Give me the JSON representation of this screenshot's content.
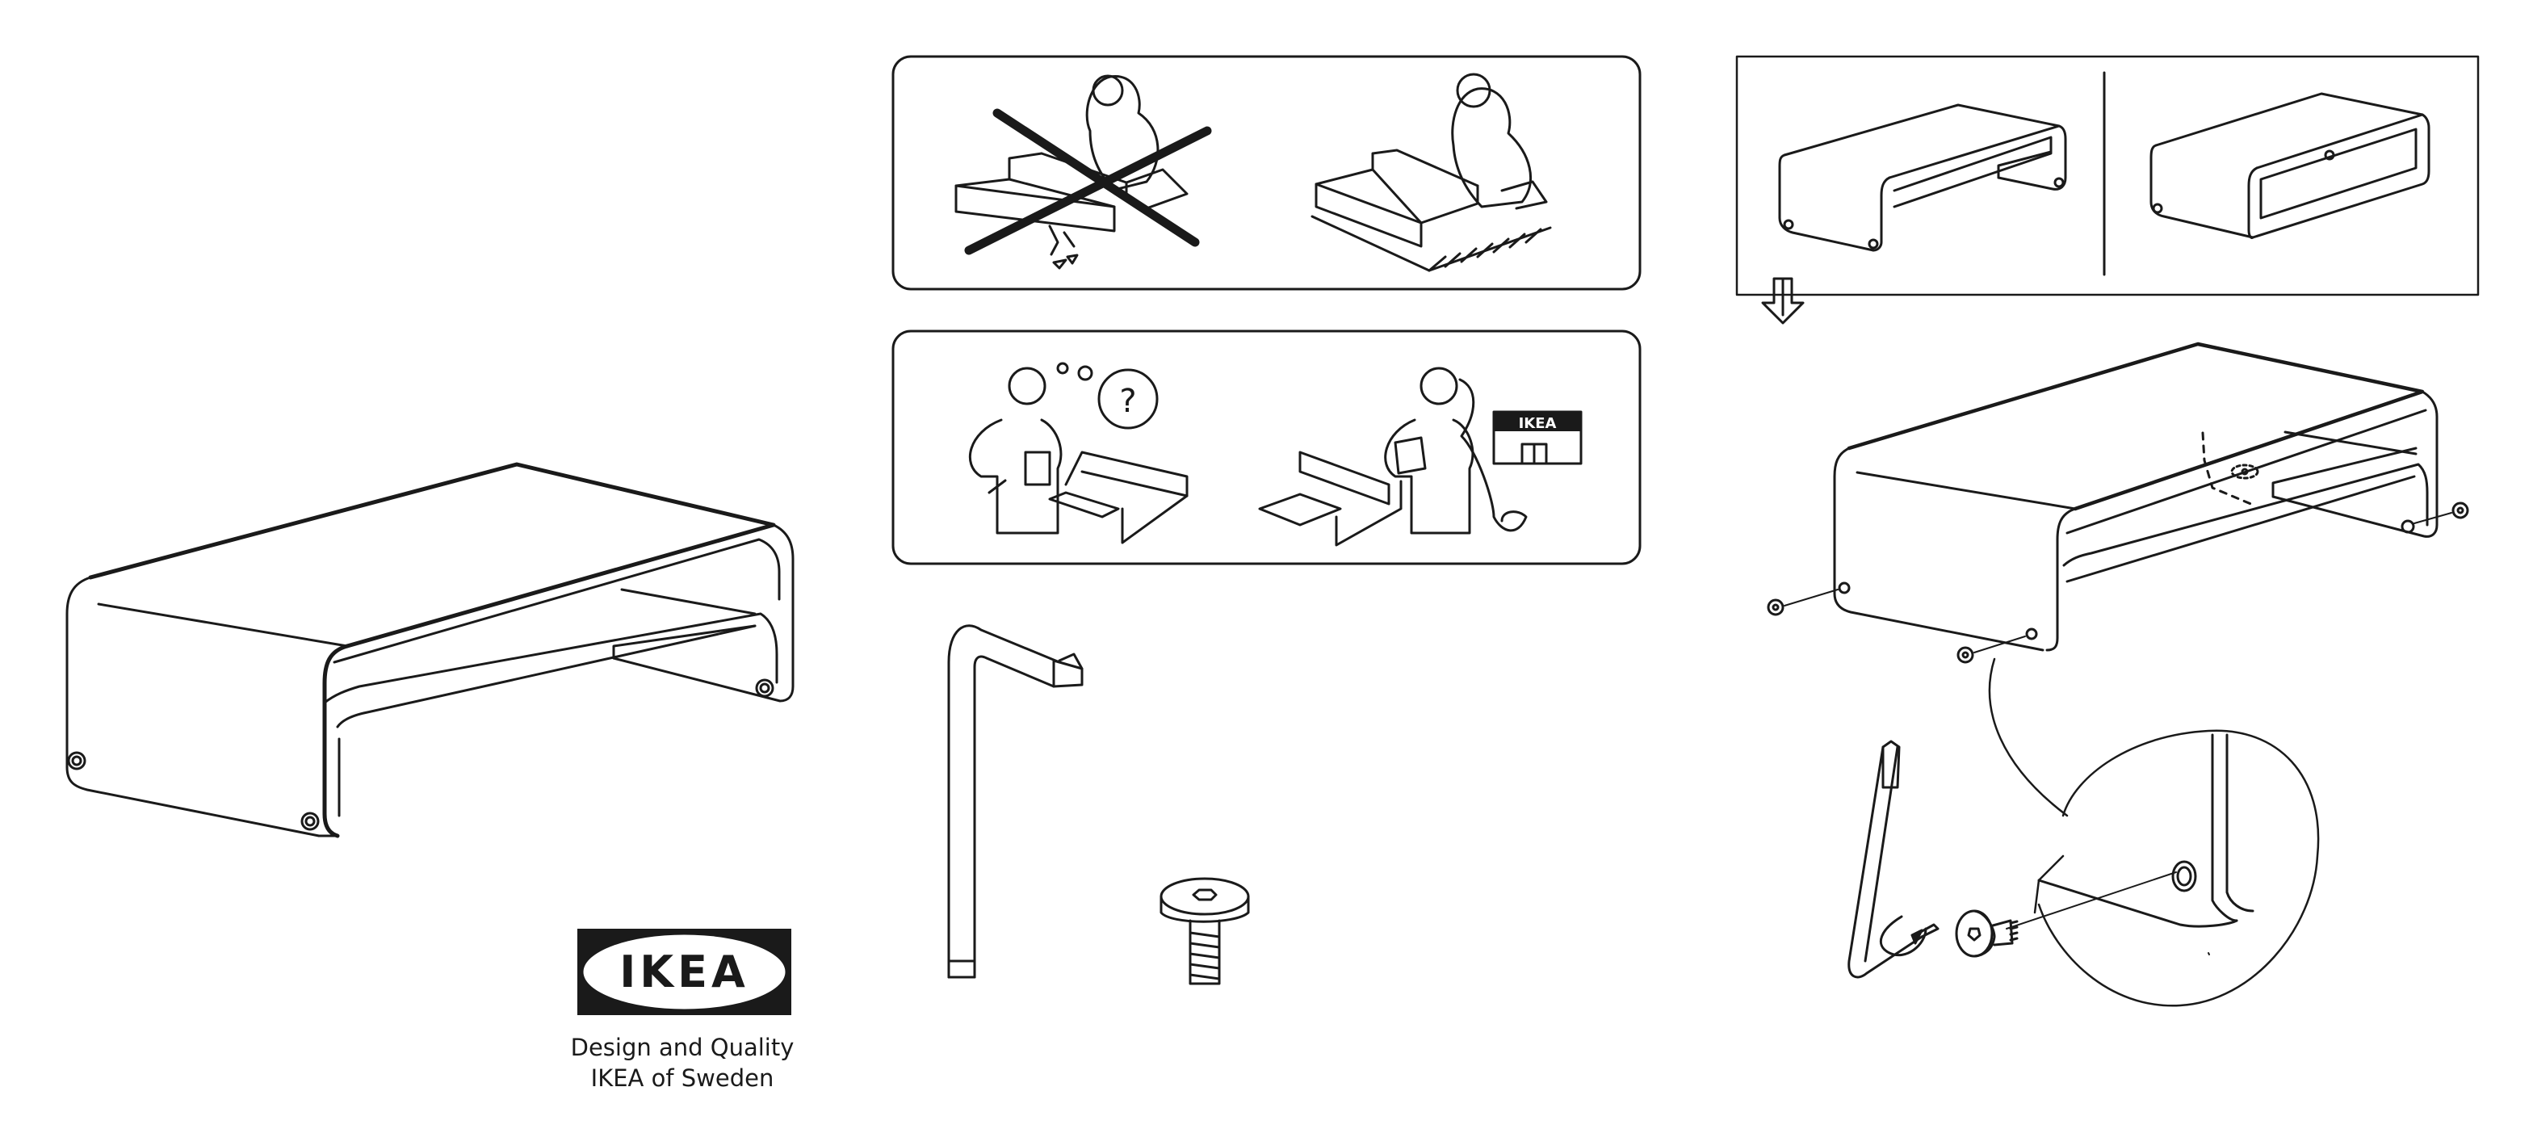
{
  "brand": {
    "logo_text": "IKEA",
    "logo_colors": {
      "outer": "#1a1a1a",
      "oval": "#ffffff",
      "letters": "#1a1a1a"
    },
    "tagline_line1": "Design and Quality",
    "tagline_line2": "IKEA of Sweden"
  },
  "page": {
    "page_number": "",
    "background": "#ffffff",
    "line_color": "#1a1a1a"
  },
  "illustrations": {
    "product": "monitor-stand",
    "guidance_panels": [
      {
        "id": "floor-surface",
        "icons": [
          "assembly-on-hard-floor-crossed-out",
          "assembly-on-soft-rug"
        ]
      },
      {
        "id": "get-help",
        "icons": [
          "confused-person-with-question-mark",
          "person-calling-ikea-store"
        ]
      }
    ],
    "store_sign_text": "IKEA",
    "help_symbol": "?",
    "parts": [
      "allen-key-icon",
      "screw-icon"
    ],
    "steps": [
      {
        "id": "orientation",
        "options": [
          "open-side-stand",
          "closed-loop-stand"
        ]
      },
      {
        "id": "attach-screws",
        "screw_count": 4,
        "tool": "allen-key-icon"
      }
    ]
  }
}
